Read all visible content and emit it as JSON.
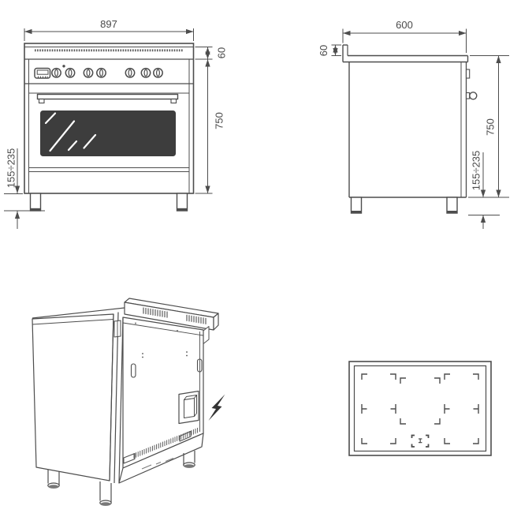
{
  "colors": {
    "line": "#4d4d4d",
    "dim_line": "#555555",
    "glass_fill": "#3d3d3d",
    "glass_reflection": "#ffffff",
    "bolt_fill": "#333333",
    "background": "#ffffff"
  },
  "front_view": {
    "width_mm": "897",
    "top_section_mm": "60",
    "body_height_mm": "750",
    "leg_height_mm": "155÷235"
  },
  "side_view": {
    "depth_mm": "600",
    "upstand_mm": "60",
    "body_height_mm": "750",
    "leg_height_mm": "155÷235"
  },
  "rear_view": {
    "electric_icon": "lightning-bolt-icon"
  }
}
